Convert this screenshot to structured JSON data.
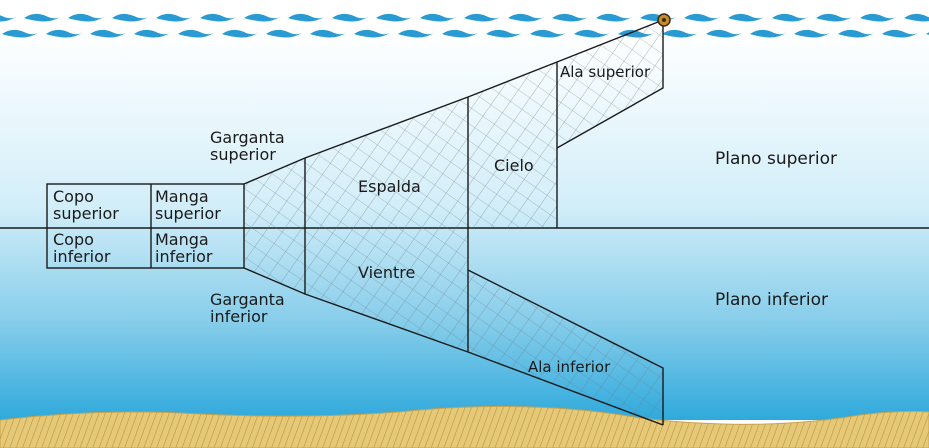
{
  "labels": {
    "ala_superior": "Ala superior",
    "garganta_superior": [
      "Garganta",
      "superior"
    ],
    "espalda": "Espalda",
    "cielo": "Cielo",
    "plano_superior": "Plano superior",
    "copo_superior": [
      "Copo",
      "superior"
    ],
    "manga_superior": [
      "Manga",
      "superior"
    ],
    "copo_inferior": [
      "Copo",
      "inferior"
    ],
    "manga_inferior": [
      "Manga",
      "inferior"
    ],
    "vientre": "Vientre",
    "garganta_inferior": [
      "Garganta",
      "inferior"
    ],
    "plano_inferior": "Plano inferior",
    "ala_inferior": "Ala inferior"
  },
  "colors": {
    "air": "#ffffff",
    "water_top": "#cfeaf6",
    "water_bottom": "#2fa9dc",
    "wave": "#2a9bd2",
    "seabed": "#e4c46a",
    "net_line": "#1a1a1a",
    "float": "#c58a2e"
  }
}
